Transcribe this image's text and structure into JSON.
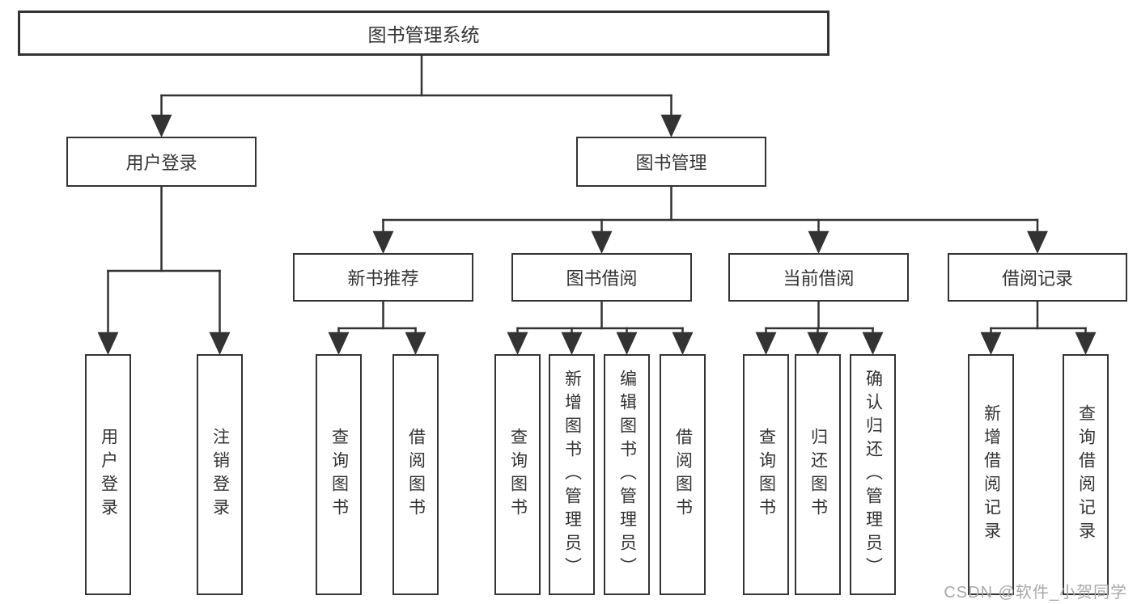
{
  "tree": {
    "label": "图书管理系统",
    "children": [
      {
        "label": "用户登录",
        "children": [
          {
            "label": "用户登录"
          },
          {
            "label": "注销登录"
          }
        ]
      },
      {
        "label": "图书管理",
        "children": [
          {
            "label": "新书推荐",
            "children": [
              {
                "label": "查询图书"
              },
              {
                "label": "借阅图书"
              }
            ]
          },
          {
            "label": "图书借阅",
            "children": [
              {
                "label": "查询图书"
              },
              {
                "label": "新增图书（管理员）"
              },
              {
                "label": "编辑图书（管理员）"
              },
              {
                "label": "借阅图书"
              }
            ]
          },
          {
            "label": "当前借阅",
            "children": [
              {
                "label": "查询图书"
              },
              {
                "label": "归还图书"
              },
              {
                "label": "确认归还（管理员）"
              }
            ]
          },
          {
            "label": "借阅记录",
            "children": [
              {
                "label": "新增借阅记录"
              },
              {
                "label": "查询借阅记录"
              }
            ]
          }
        ]
      }
    ]
  },
  "watermark": "CSDN @软件_小贺同学",
  "colors": {
    "line": "#333333",
    "box_border": "#333333",
    "text": "#333333",
    "watermark": "#a9a9ae",
    "background": "#ffffff"
  }
}
